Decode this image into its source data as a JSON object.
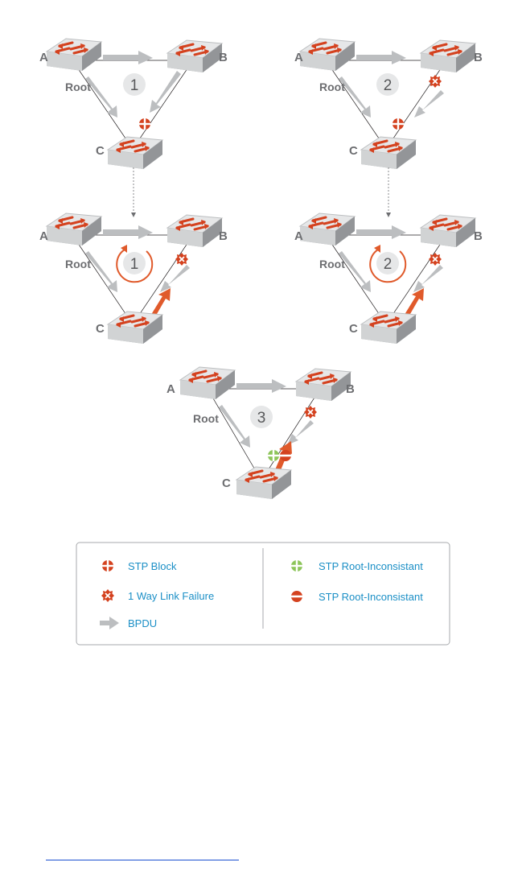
{
  "colors": {
    "link": "#231f20",
    "bpdu": "#bcbec0",
    "bpdu_active": "#e05a2b",
    "stp_block": "#d4421f",
    "root_inconsistent_green": "#8dc55a",
    "root_inconsistent_red": "#d4421f",
    "legend_text": "#1b8fc6",
    "label": "#6d6e71"
  },
  "nodes": {
    "a": "A",
    "b": "B",
    "c": "C",
    "root": "Root"
  },
  "panels": [
    {
      "id": "p1",
      "step": "1",
      "loop": false,
      "failure": false,
      "block": true
    },
    {
      "id": "p2",
      "step": "2",
      "loop": false,
      "failure": true,
      "block": true
    },
    {
      "id": "p3",
      "step": "1",
      "loop": true,
      "failure": true,
      "block": false
    },
    {
      "id": "p4",
      "step": "2",
      "loop": true,
      "failure": true,
      "block": false
    },
    {
      "id": "p5",
      "step": "3",
      "loop": false,
      "failure": true,
      "block": false,
      "root_inconsistent": true
    }
  ],
  "legend": {
    "stp_block": "STP Block",
    "link_failure": "1 Way Link Failure",
    "bpdu": "BPDU",
    "root_inconsistent_green": "STP Root-Inconsistant",
    "root_inconsistent_red": "STP Root-Inconsistant"
  }
}
